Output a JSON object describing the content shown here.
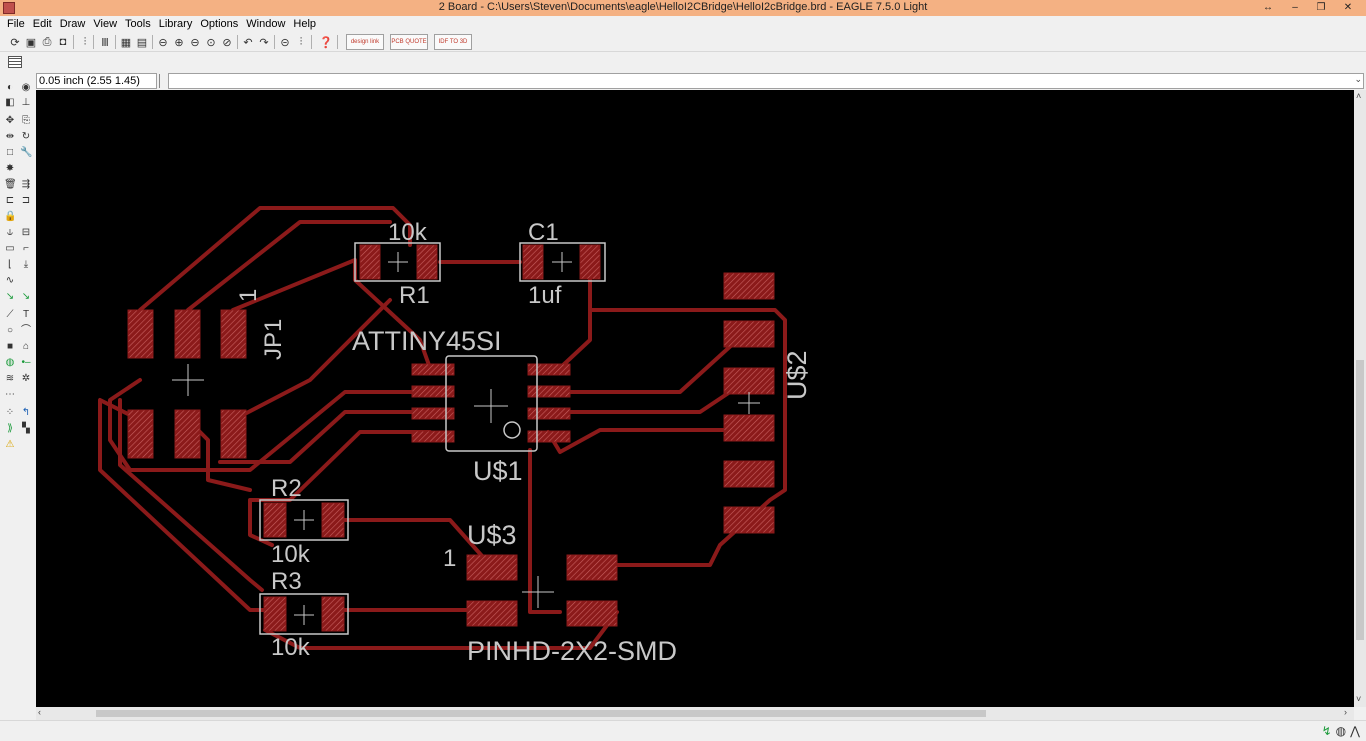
{
  "window": {
    "title": "2 Board - C:\\Users\\Steven\\Documents\\eagle\\HelloI2CBridge\\HelloI2cBridge.brd - EAGLE 7.5.0 Light",
    "controls": [
      "↔",
      "‒",
      "❐",
      "✕"
    ]
  },
  "menu": [
    "File",
    "Edit",
    "Draw",
    "View",
    "Tools",
    "Library",
    "Options",
    "Window",
    "Help"
  ],
  "toolbar": {
    "design_link": "design link",
    "pcb_quote": "PCB QUOTE",
    "idf_to_3d": "IDF TO 3D"
  },
  "coordinate": "0.05 inch (2.55 1.45)",
  "command_value": "",
  "board": {
    "trace_color": "#8b1a1a",
    "pad_color": "#8b1a1a",
    "label_color": "#c8c8c8",
    "labels": {
      "r1_value": "10k",
      "r1_name": "R1",
      "c1_name": "C1",
      "c1_value": "1uf",
      "jp1_name": "JP1",
      "jp1_pin": "1",
      "u1_value": "ATTINY45SI",
      "u1_name": "U$1",
      "u2_name": "U$2",
      "r2_name": "R2",
      "r2_value": "10k",
      "r3_name": "R3",
      "r3_value": "10k",
      "u3_name": "U$3",
      "u3_pin": "1",
      "u3_value": "PINHD-2X2-SMD"
    }
  }
}
